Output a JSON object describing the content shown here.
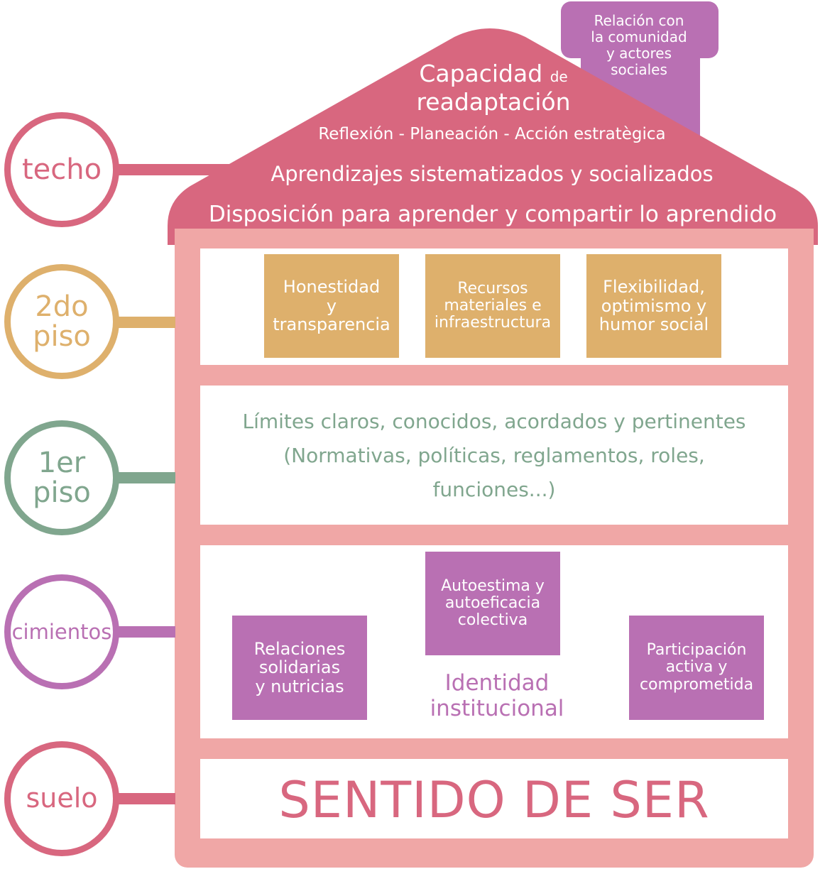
{
  "colors": {
    "roof": "#d8677f",
    "chimney": "#b970b3",
    "walls": "#f0a7a6",
    "techo": "#d8677f",
    "segundo_piso": "#deb06c",
    "primer_piso": "#80a68e",
    "cimientos": "#b970b3",
    "suelo": "#d8677f"
  },
  "side_labels": {
    "techo": "techo",
    "segundo_piso_line1": "2do",
    "segundo_piso_line2": "piso",
    "primer_piso_line1": "1er",
    "primer_piso_line2": "piso",
    "cimientos": "cimientos",
    "suelo": "suelo"
  },
  "roof": {
    "chimney_text": [
      "Relación con",
      "la comunidad",
      "y actores",
      "sociales"
    ],
    "capacity_main": "Capacidad",
    "capacity_small": "de",
    "capacity_line2": "readaptación",
    "reflexion": "Reflexión - Planeación - Acción estratègica",
    "aprendizajes": "Aprendizajes sistematizados y socializados",
    "disposicion": "Disposición para aprender y compartir lo aprendido"
  },
  "segundo_piso": {
    "tiles": [
      [
        "Honestidad",
        "y",
        "transparencia"
      ],
      [
        "Recursos",
        "materiales e",
        "infraestructura"
      ],
      [
        "Flexibilidad,",
        "optimismo y",
        "humor social"
      ]
    ]
  },
  "primer_piso": {
    "lines": [
      "Límites claros, conocidos, acordados y pertinentes",
      "(Normativas, políticas, reglamentos, roles,",
      "funciones...)"
    ]
  },
  "cimientos": {
    "left_tile": [
      "Relaciones",
      "solidarias",
      "y nutricias"
    ],
    "center_tile": [
      "Autoestima y",
      "autoeficacia",
      "colectiva"
    ],
    "right_tile": [
      "Participación",
      "activa y",
      "comprometida"
    ],
    "identity": [
      "Identidad",
      "institucional"
    ]
  },
  "suelo": {
    "text": "SENTIDO DE SER"
  }
}
